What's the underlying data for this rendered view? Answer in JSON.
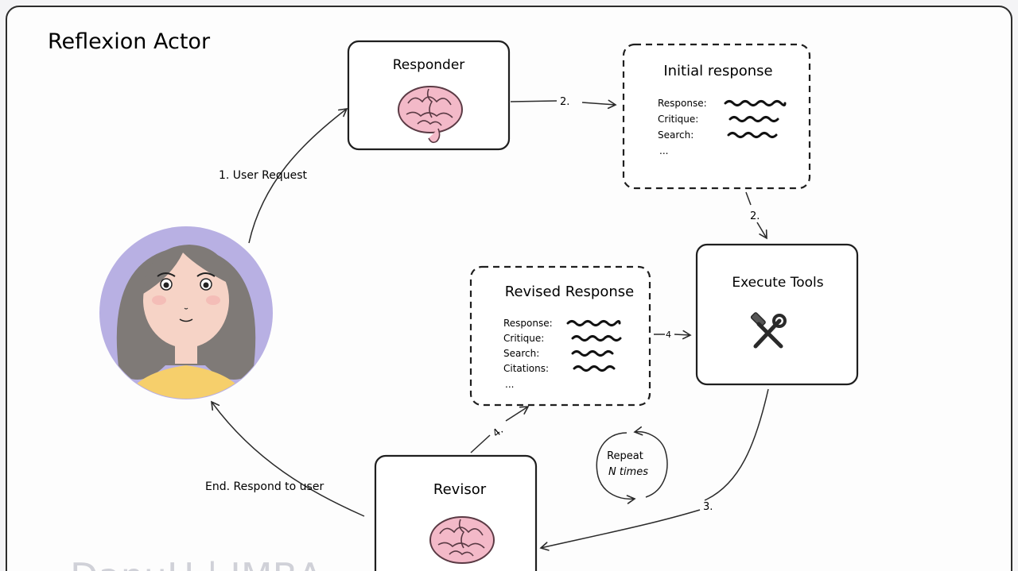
{
  "title": "Reflexion Actor",
  "nodes": {
    "responder": {
      "label": "Responder",
      "icon": "brain-icon"
    },
    "initial_response": {
      "label": "Initial response",
      "fields": [
        "Response:",
        "Critique:",
        "Search:",
        "..."
      ]
    },
    "execute_tools": {
      "label": "Execute Tools",
      "icon": "tools-icon"
    },
    "revised_response": {
      "label": "Revised Response",
      "fields": [
        "Response:",
        "Critique:",
        "Search:",
        "Citations:",
        "..."
      ]
    },
    "revisor": {
      "label": "Revisor",
      "icon": "brain-icon"
    },
    "user": {
      "icon": "user-avatar"
    }
  },
  "edges": {
    "user_request": "1. User Request",
    "responder_to_initial": "2.",
    "initial_to_tools": "2.",
    "tools_to_revisor": "3.",
    "revisor_to_revised": "4.",
    "revised_to_tools": "4",
    "end": "End. Respond to user"
  },
  "loop": {
    "line1": "Repeat",
    "line2": "N times"
  },
  "watermark": "DanuH | IMBA",
  "colors": {
    "avatar_bg": "#b8b0e3",
    "hair": "#7f7a77",
    "skin": "#f6d3c6",
    "shirt": "#f6cf6b",
    "brain": "#f2b8c6"
  }
}
